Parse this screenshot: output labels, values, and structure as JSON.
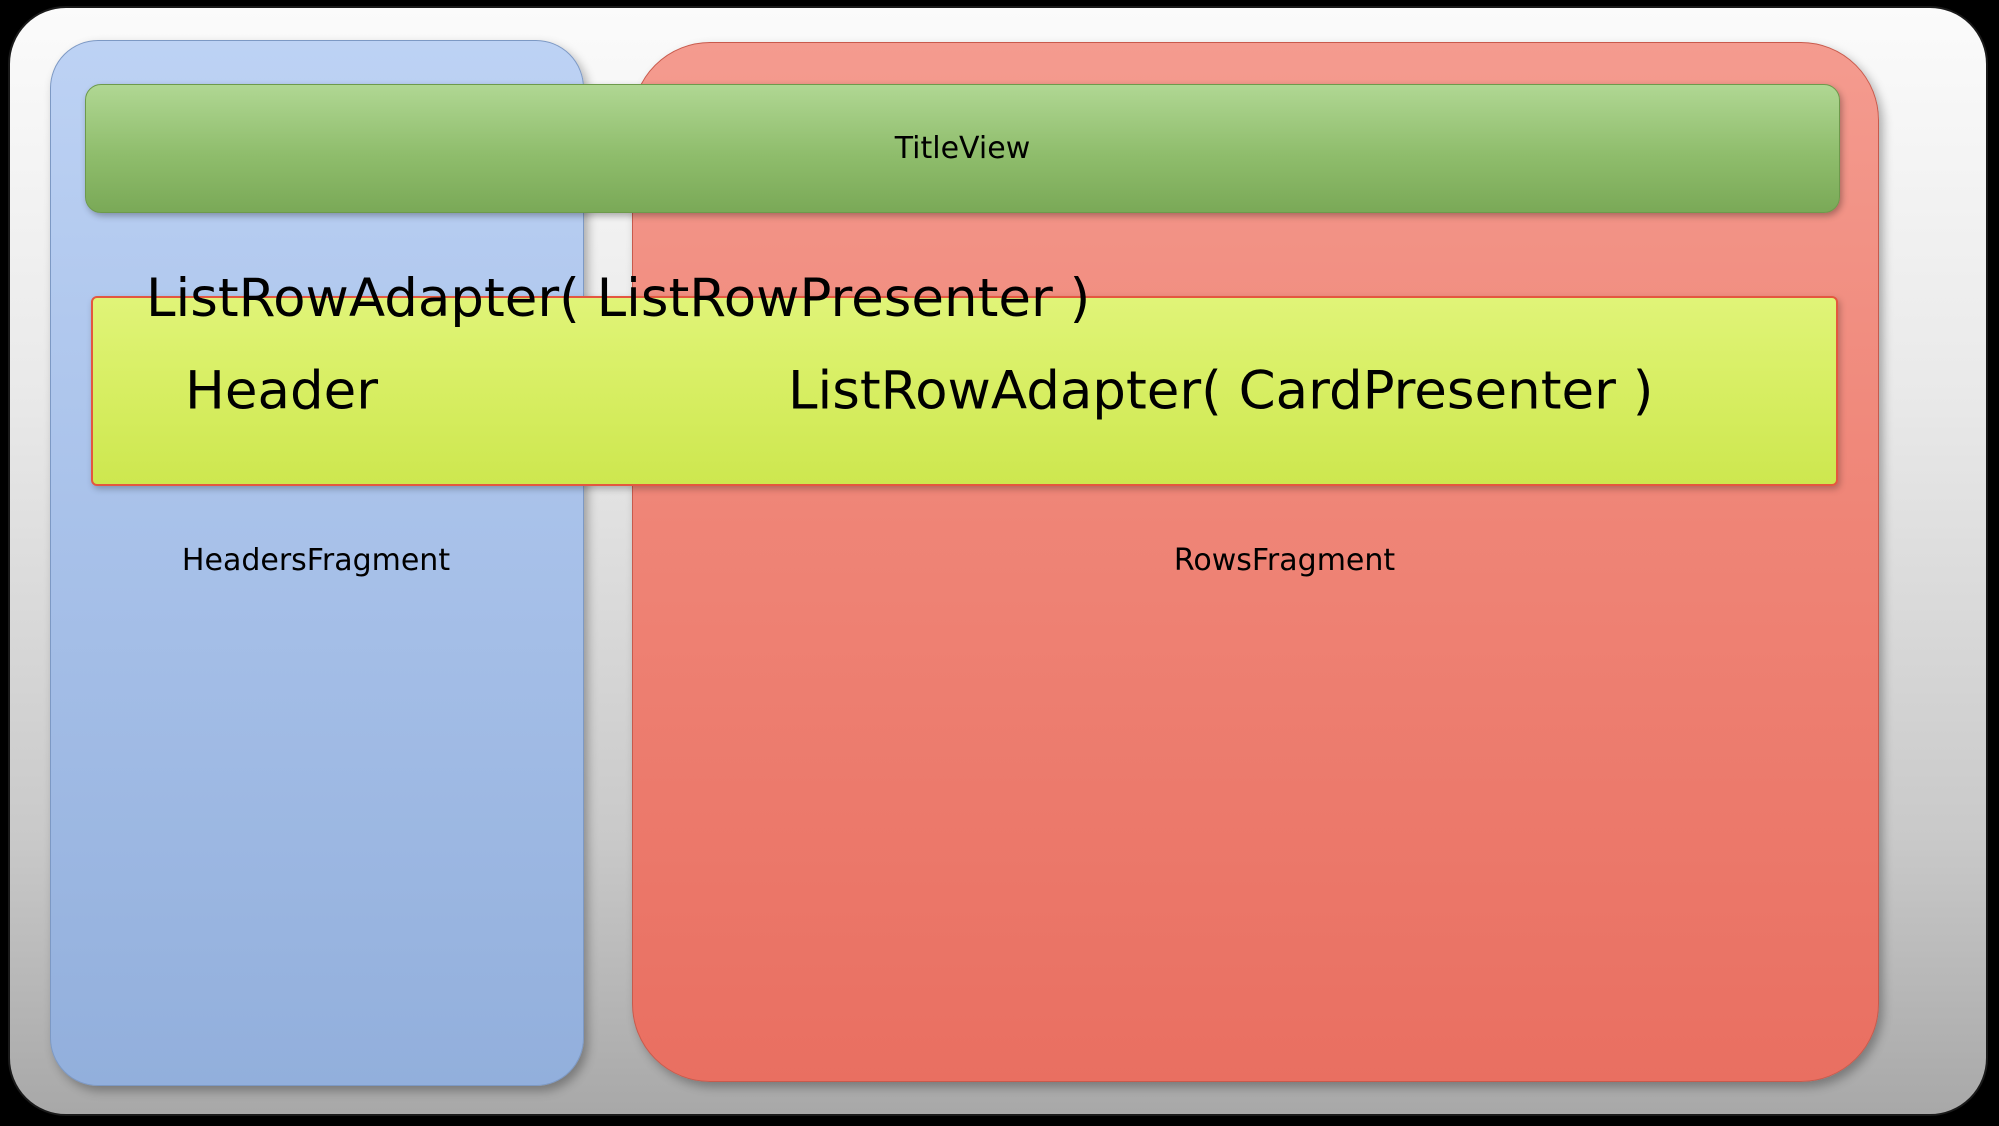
{
  "diagram": {
    "title_view_label": "TitleView",
    "list_row_adapter_presenter_label": "ListRowAdapter( ListRowPresenter )",
    "header_label": "Header",
    "list_row_adapter_card_label": "ListRowAdapter( CardPresenter )",
    "headers_fragment_label": "HeadersFragment",
    "rows_fragment_label": "RowsFragment"
  },
  "colors": {
    "outer_frame_gradient_top": "#fbfbfb",
    "outer_frame_gradient_bottom": "#a8a8a8",
    "headers_fragment_blue": "#a9c2ea",
    "rows_fragment_red": "#ef8577",
    "title_view_green": "#8fbd6c",
    "header_row_yellow": "#d7ee62",
    "header_row_border": "#e4573f",
    "text": "#000000",
    "page_background": "#000000"
  }
}
